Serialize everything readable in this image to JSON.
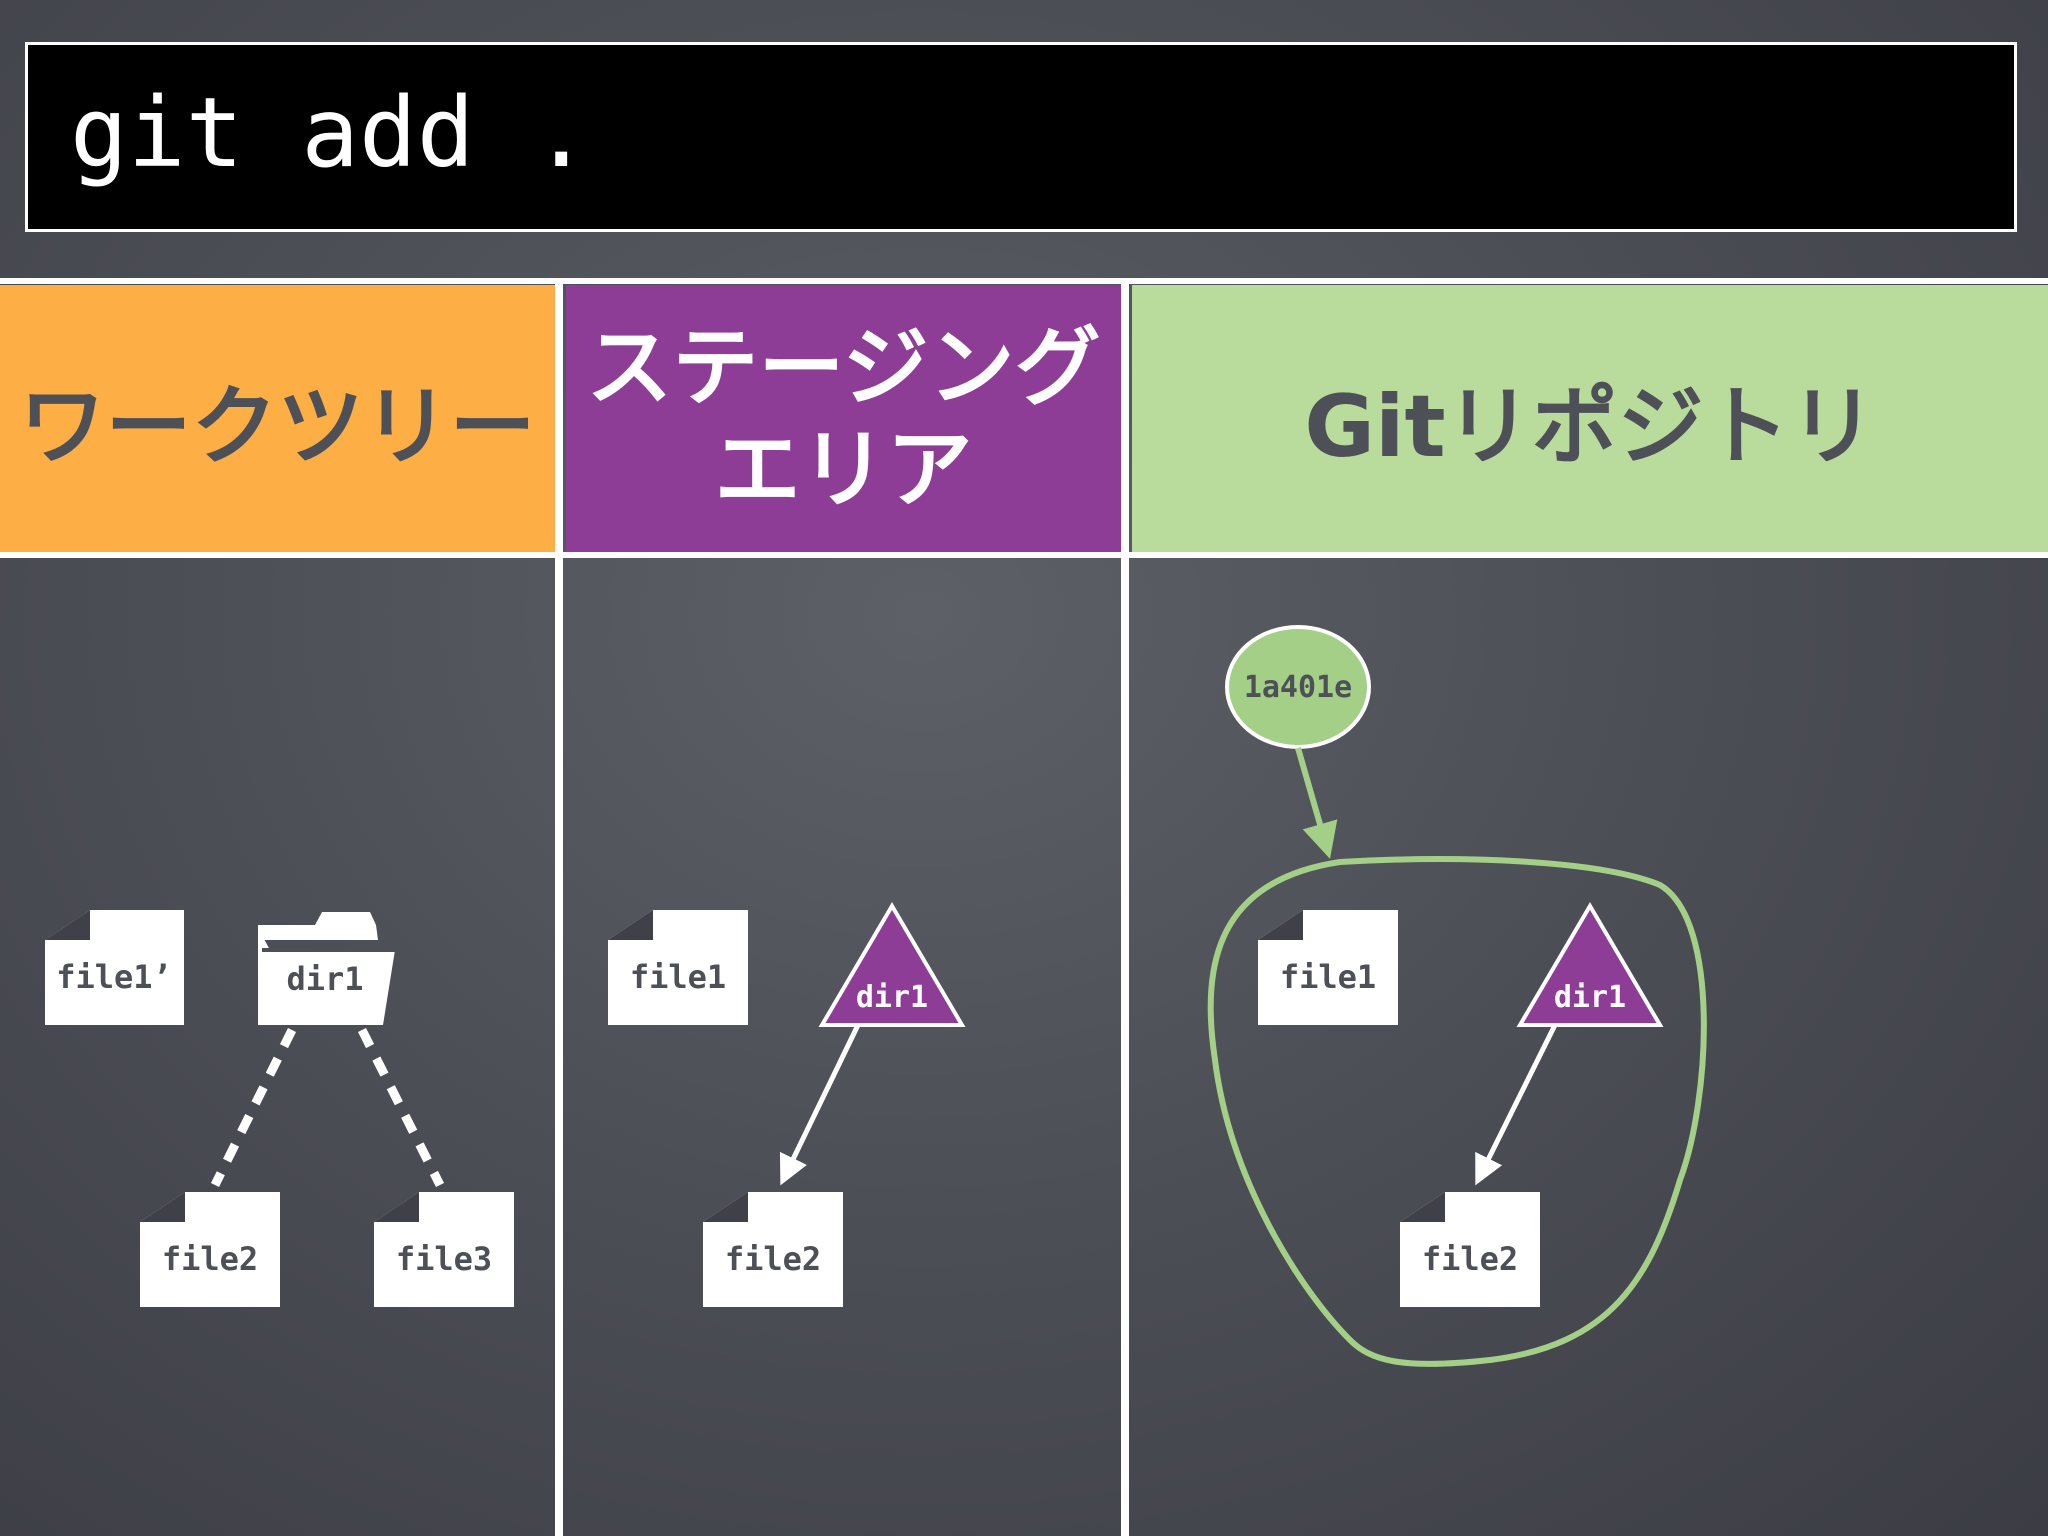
{
  "command": "git add .",
  "headers": {
    "worktree": "ワークツリー",
    "staging_line1": "ステージング",
    "staging_line2": "エリア",
    "repository": "Gitリポジトリ"
  },
  "worktree": {
    "files": [
      "file1’",
      "file2",
      "file3"
    ],
    "folder": "dir1"
  },
  "staging": {
    "files": [
      "file1",
      "file2"
    ],
    "tree": "dir1"
  },
  "repository": {
    "commit": "1a401e",
    "files": [
      "file1",
      "file2"
    ],
    "tree": "dir1"
  },
  "colors": {
    "worktree_header": "#fdae45",
    "staging_header": "#8e3d97",
    "repository_header": "#b9dc9d",
    "commit_green": "#a4cf86",
    "tree_purple": "#8e3d97"
  }
}
